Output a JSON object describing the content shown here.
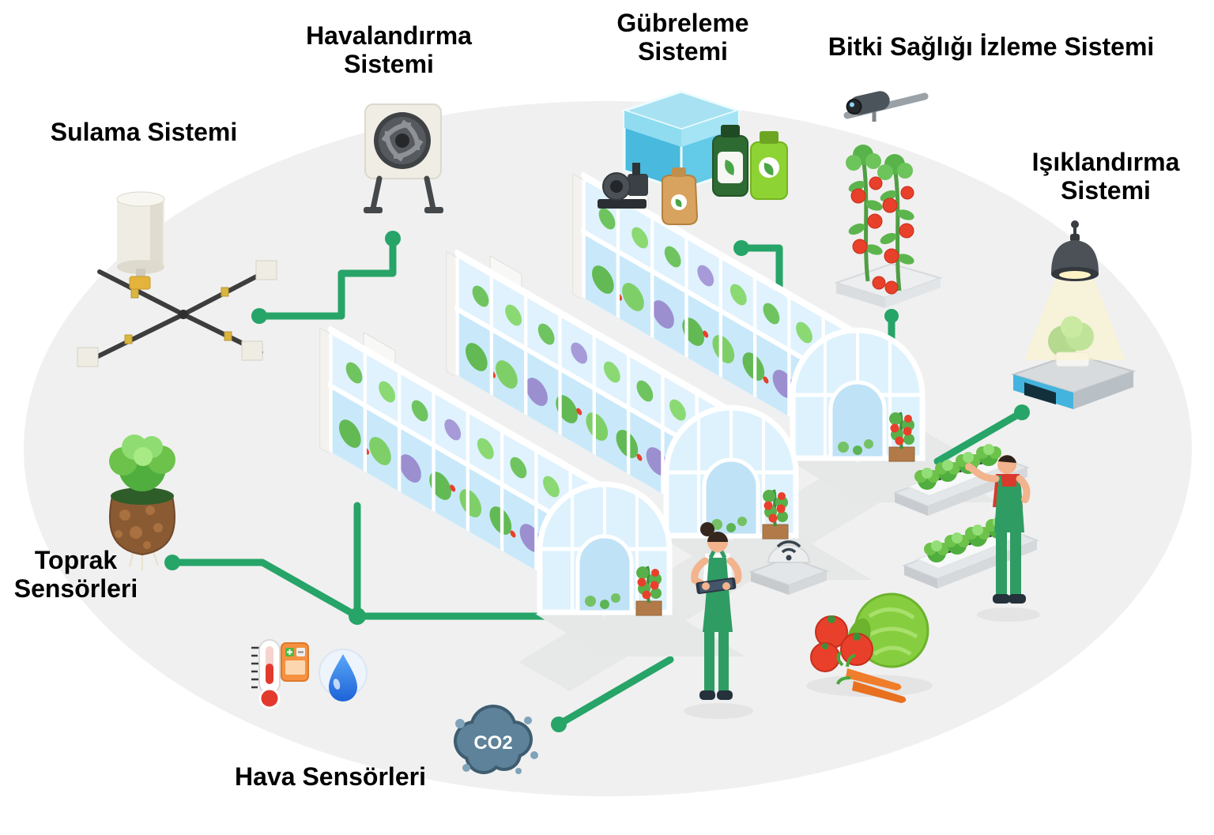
{
  "colors": {
    "background": "#ffffff",
    "stage": "#f0f0f0",
    "connector": "#27a468",
    "greenhouse_glass": "#c9e9fa",
    "greenhouse_frame": "#ffffff",
    "label_text": "#000000"
  },
  "nodes": [
    {
      "id": "sulama",
      "label": "Sulama Sistemi",
      "icon": "irrigation-sprinkler-icon"
    },
    {
      "id": "havalandirma",
      "label": "Havalandırma Sistemi",
      "icon": "ventilation-fan-icon"
    },
    {
      "id": "gubreleme",
      "label": "Gübreleme Sistemi",
      "icon": "fertilizer-tank-icon"
    },
    {
      "id": "bitki-sagligi",
      "label": "Bitki Sağlığı İzleme Sistemi",
      "icon": "monitoring-camera-icon"
    },
    {
      "id": "isiklandirma",
      "label": "Işıklandırma Sistemi",
      "icon": "grow-light-icon"
    },
    {
      "id": "toprak",
      "label": "Toprak Sensörleri",
      "icon": "soil-probe-icon"
    },
    {
      "id": "hava",
      "label": "Hava Sensörleri",
      "icon": "air-sensor-icon"
    }
  ],
  "badges": {
    "co2": "CO2"
  },
  "scene": {
    "greenhouse_count": 3,
    "workers": [
      "woman-with-tablet",
      "man-at-lettuce-rack"
    ],
    "objects": [
      "wifi-sensor-dome",
      "lettuce-racks",
      "tomatoes",
      "carrots",
      "cabbage"
    ]
  }
}
